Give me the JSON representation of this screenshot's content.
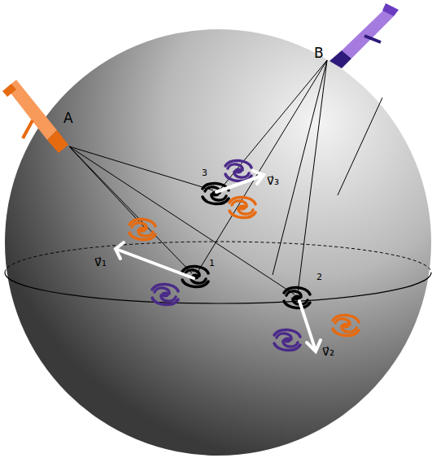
{
  "diagram": {
    "labels": [
      "A",
      "B",
      "3",
      "1",
      "2",
      "v⃗₁",
      "v⃗₂",
      "v⃗₃"
    ]
  }
}
